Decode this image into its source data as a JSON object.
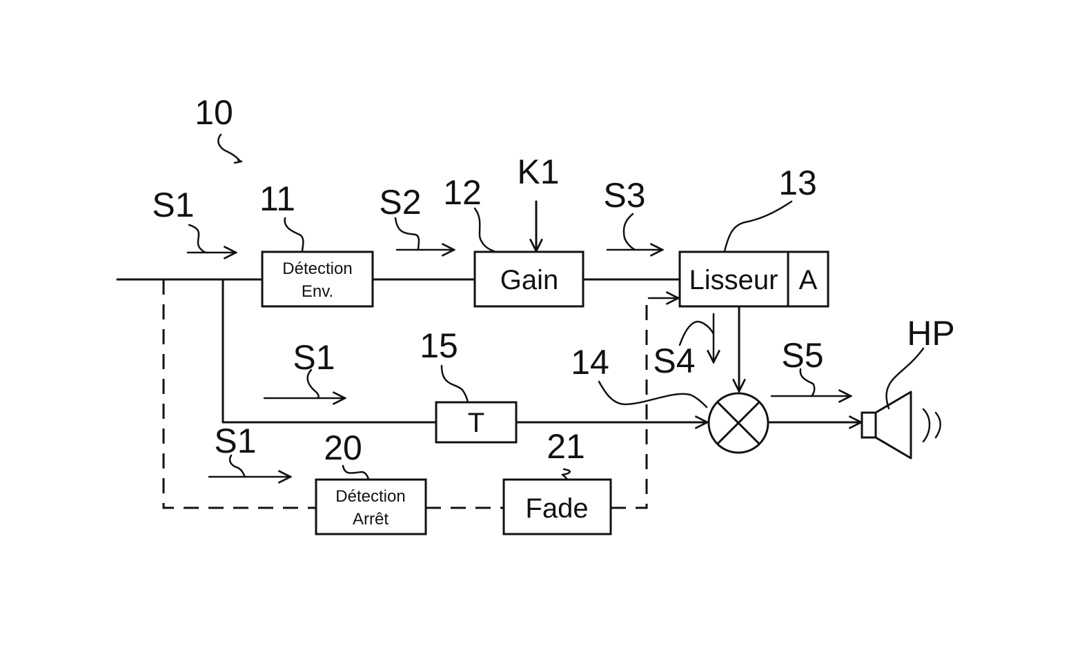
{
  "figure": {
    "reference_numbers": {
      "system": "10",
      "envelope_detector": "11",
      "gain": "12",
      "smoother": "13",
      "multiplier": "14",
      "delay": "15",
      "stop_detector": "20",
      "fade": "21",
      "speaker": "HP"
    },
    "blocks": {
      "envelope_detector": {
        "line1": "Détection",
        "line2": "Env."
      },
      "gain": {
        "label": "Gain"
      },
      "smoother": {
        "label": "Lisseur",
        "sub_label": "A"
      },
      "delay": {
        "label": "T"
      },
      "stop_detector": {
        "line1": "Détection",
        "line2": "Arrêt"
      },
      "fade": {
        "label": "Fade"
      }
    },
    "signals": {
      "s1_input": "S1",
      "s1_delay_branch": "S1",
      "s1_stop_branch": "S1",
      "s2": "S2",
      "k1": "K1",
      "s3": "S3",
      "s4": "S4",
      "s5": "S5"
    }
  }
}
